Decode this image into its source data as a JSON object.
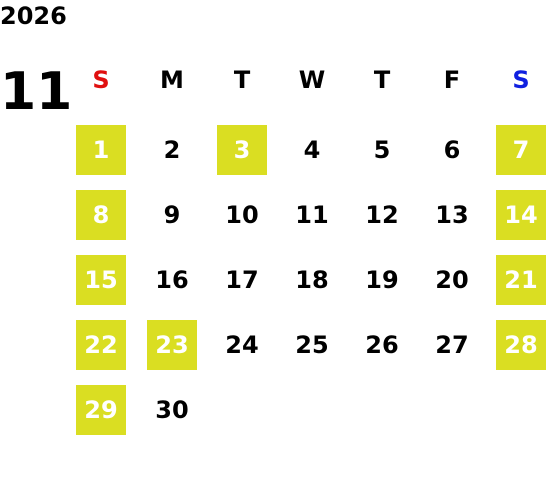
{
  "calendar": {
    "year": "2026",
    "month": "11",
    "weekdays": [
      "S",
      "M",
      "T",
      "W",
      "T",
      "F",
      "S"
    ],
    "weekday_colors": [
      "#e01010",
      "#000000",
      "#000000",
      "#000000",
      "#000000",
      "#000000",
      "#1020e0"
    ],
    "highlight_color": "#dade22",
    "weeks": [
      [
        {
          "d": "1",
          "hl": true
        },
        {
          "d": "2",
          "hl": false
        },
        {
          "d": "3",
          "hl": true
        },
        {
          "d": "4",
          "hl": false
        },
        {
          "d": "5",
          "hl": false
        },
        {
          "d": "6",
          "hl": false
        },
        {
          "d": "7",
          "hl": true
        }
      ],
      [
        {
          "d": "8",
          "hl": true
        },
        {
          "d": "9",
          "hl": false
        },
        {
          "d": "10",
          "hl": false
        },
        {
          "d": "11",
          "hl": false
        },
        {
          "d": "12",
          "hl": false
        },
        {
          "d": "13",
          "hl": false
        },
        {
          "d": "14",
          "hl": true
        }
      ],
      [
        {
          "d": "15",
          "hl": true
        },
        {
          "d": "16",
          "hl": false
        },
        {
          "d": "17",
          "hl": false
        },
        {
          "d": "18",
          "hl": false
        },
        {
          "d": "19",
          "hl": false
        },
        {
          "d": "20",
          "hl": false
        },
        {
          "d": "21",
          "hl": true
        }
      ],
      [
        {
          "d": "22",
          "hl": true
        },
        {
          "d": "23",
          "hl": true
        },
        {
          "d": "24",
          "hl": false
        },
        {
          "d": "25",
          "hl": false
        },
        {
          "d": "26",
          "hl": false
        },
        {
          "d": "27",
          "hl": false
        },
        {
          "d": "28",
          "hl": true
        }
      ],
      [
        {
          "d": "29",
          "hl": true
        },
        {
          "d": "30",
          "hl": false
        }
      ]
    ]
  }
}
